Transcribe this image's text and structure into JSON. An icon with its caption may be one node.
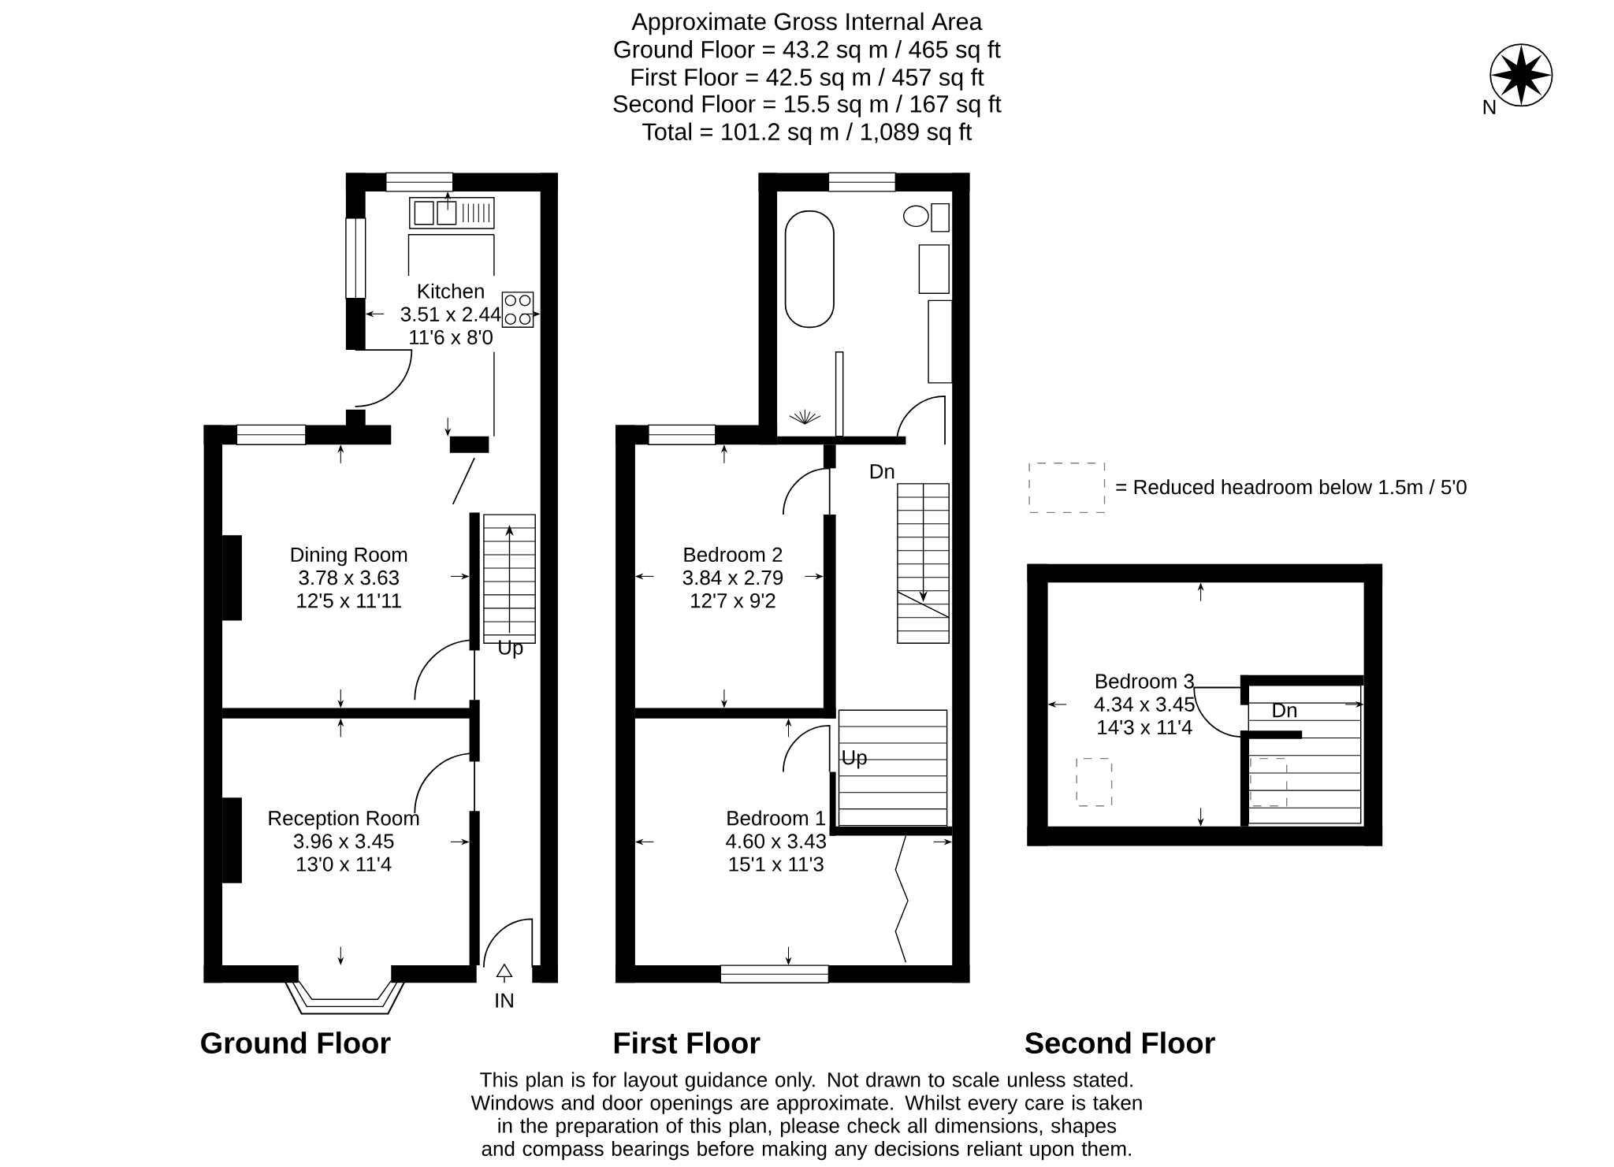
{
  "diagram": {
    "title": "Approximate Gross Internal Area",
    "caption": "This plan is for layout guidance only. Not drawn to scale unless stated. Windows and door openings are approximate. Whilst every care is taken in the preparation of this plan, please check all dimensions, shapes and compass bearings before making any decisions reliant upon them.",
    "nodes": [
      {
        "text": [
          "Kitchen",
          "3.51 x 2.44",
          "11'6 x 8'0"
        ]
      },
      {
        "text": [
          "Dining Room",
          "3.78 x 3.63",
          "12'5 x 11'11"
        ]
      },
      {
        "text": [
          "Reception Room",
          "3.96 x 3.45",
          "13'0 x 11'4"
        ]
      },
      {
        "text": [
          "Bedroom 2",
          "3.84 x 2.79",
          "12'7 x 9'2"
        ]
      },
      {
        "text": [
          "Bedroom 1",
          "4.60 x 3.43",
          "15'1 x 11'3"
        ]
      },
      {
        "text": [
          "Bedroom 3",
          "4.34 x 3.45",
          "14'3 x 11'4"
        ]
      }
    ],
    "edges": [],
    "labels": [
      "Ground Floor = 43.2 sq m / 465 sq ft",
      "First Floor = 42.5 sq m / 457 sq ft",
      "Second Floor = 15.5 sq m / 167 sq ft",
      "Total = 101.2 sq m / 1,089 sq ft",
      "N",
      "Dn",
      "Up",
      "Up",
      "Dn",
      "IN",
      "Ground Floor",
      "First Floor",
      "Second Floor"
    ],
    "legend": [
      {
        "text": "= Reduced headroom below 1.5m / 5'0"
      }
    ]
  }
}
